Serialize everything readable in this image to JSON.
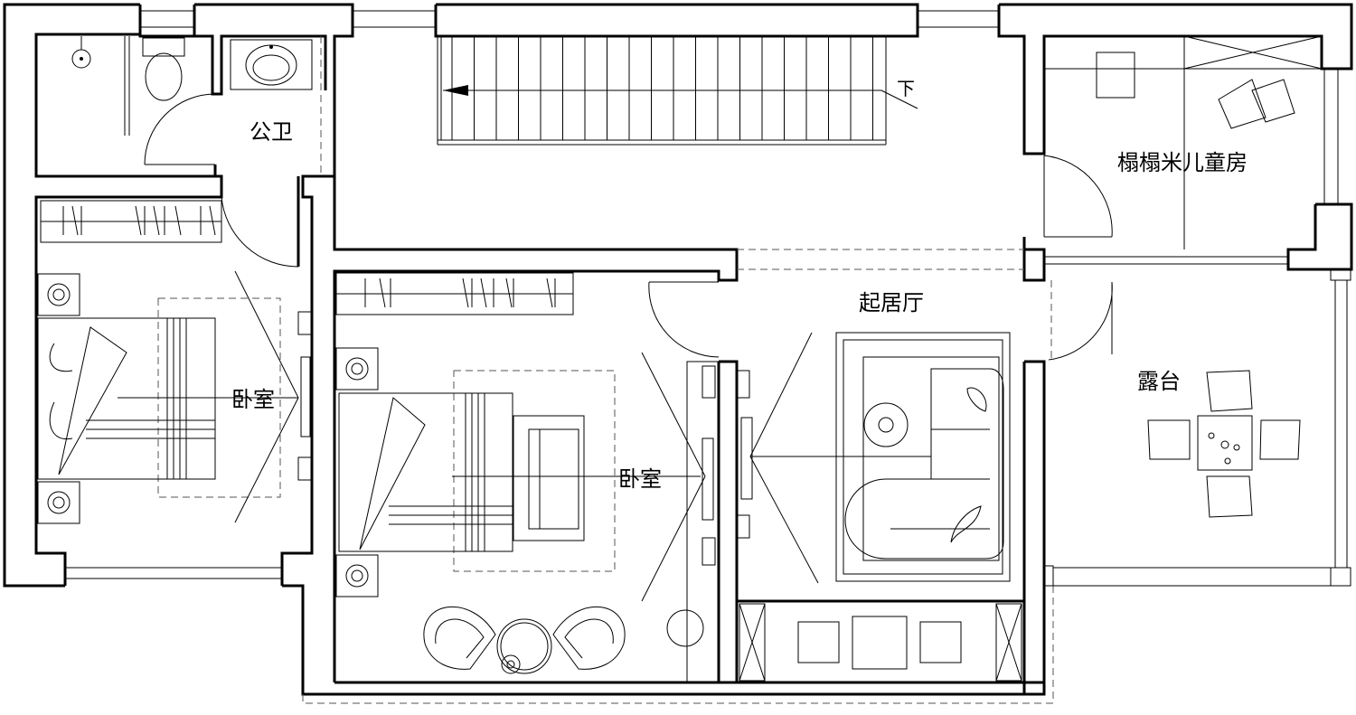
{
  "rooms": {
    "public_bath": "公卫",
    "bedroom_left": "卧室",
    "bedroom_middle": "卧室",
    "living_room": "起居厅",
    "tatami_kids_room": "榻榻米儿童房",
    "terrace": "露台"
  },
  "stair": {
    "direction_label": "下"
  }
}
